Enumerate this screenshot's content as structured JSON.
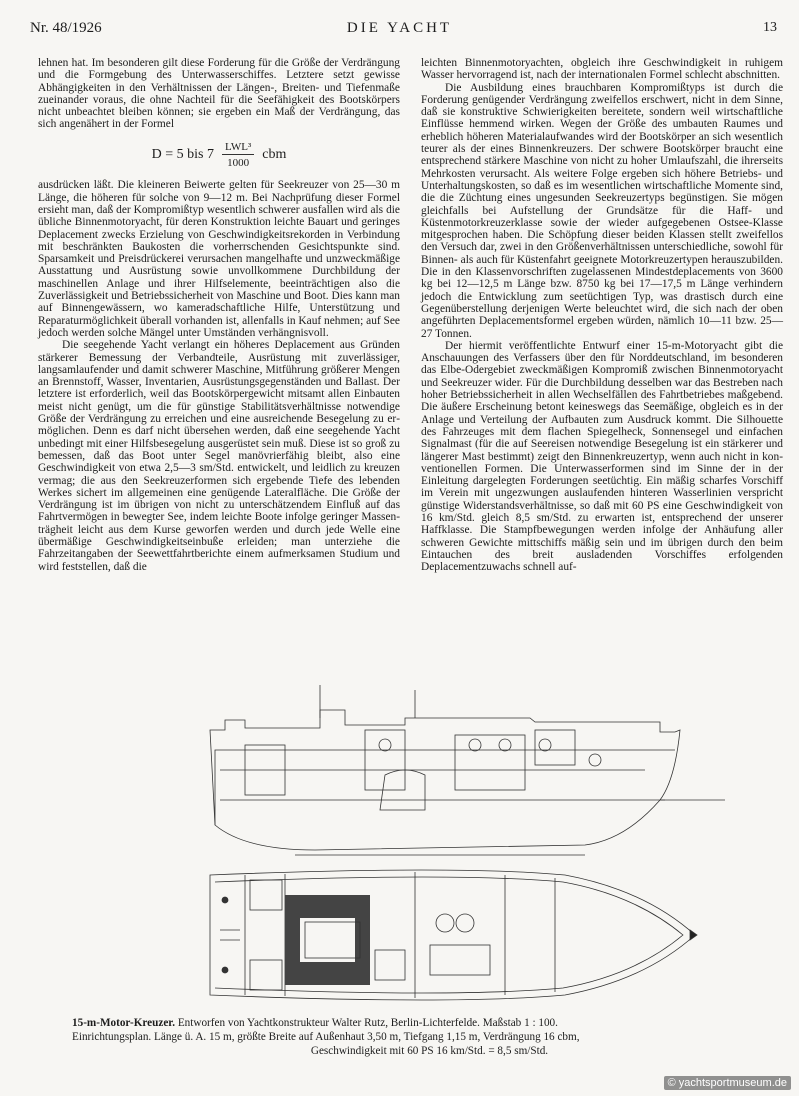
{
  "header": {
    "issue": "Nr. 48/1926",
    "magazine": "DIE YACHT",
    "page": "13"
  },
  "left_column": {
    "p1": "lehnen hat. Im besonderen gilt diese Forderung für die Größe der Verdrängung und die Formgebung des Unterwasserschiffes. Letztere setzt gewisse Abhängigkeiten in den Verhältnissen der Längen-, Breiten- und Tiefenmaße zueinander voraus, die ohne Nachteil für die Seefähigkeit des Bootskörpers nicht un­beachtet bleiben können; sie ergeben ein Maß der Verdrän­gung, das sich angenähert in der Formel",
    "formula": {
      "lhs": "D = 5 bis 7",
      "numerator": "LWL³",
      "denominator": "1000",
      "unit": "cbm"
    },
    "p2": "ausdrücken läßt. Die kleineren Beiwerte gelten für Seekreuzer von 25—30 m Länge, die höheren für solche von 9—12 m. Bei Nachprüfung dieser Formel ersieht man, daß der Kom­promißtyp wesentlich schwerer ausfallen wird als die übliche Binnenmotoryacht, für deren Konstruktion leichte Bauart und geringes Deplacement zwecks Erzielung von Geschwindigkeits­rekorden in Verbindung mit beschränkten Baukosten die vor­herrschenden Gesichtspunkte sind. Sparsamkeit und Preis­drückerei verursachen mangelhafte und unzweckmäßige Aus­stattung und Ausrüstung sowie unvollkommene Durchbildung der maschinellen Anlage und ihrer Hilfselemente, beeinträch­tigen also die Zuverlässigkeit und Betriebssicherheit von Ma­schine und Boot. Dies kann man auf Binnengewässern, wo kameradschaftliche Hilfe, Unterstützung und Reparaturmög­lichkeit überall vorhanden ist, allenfalls in Kauf nehmen; auf See jedoch werden solche Mängel unter Umständen verhäng­nisvoll.",
    "p3": "Die seegehende Yacht verlangt ein höheres Deplacement aus Gründen stärkerer Bemessung der Verbandteile, Aus­rüstung mit zuverlässiger, langsamlaufender und damit schwe­rer Maschine, Mitführung größerer Mengen an Brennstoff, Wasser, Inventarien, Ausrüstungsgegenständen und Ballast. Der letztere ist erforderlich, weil das Bootskörpergewicht mit­samt allen Einbauten meist nicht genügt, um die für gün­stige Stabilitätsverhältnisse notwendige Größe der Verdrän­gung zu erreichen und eine ausreichende Besegelung zu er­möglichen. Denn es darf nicht übersehen werden, daß eine seegehende Yacht unbedingt mit einer Hilfsbesegelung ausge­rüstet sein muß. Diese ist so groß zu bemessen, daß das Boot unter Segel manövrierfähig bleibt, also eine Geschwindigkeit von etwa 2,5—3 sm/Std. entwickelt, und leidlich zu kreuzen vermag; die aus den Seekreuzerformen sich ergebende Tiefe des lebenden Werkes sichert im allgemeinen eine genügende Lateralfläche. Die Größe der Verdrängung ist im übrigen von nicht zu unterschätzendem Einfluß auf das Fahrtvermögen in bewegter See, indem leichte Boote infolge geringer Massen­trägheit leicht aus dem Kurse geworfen werden und durch jede Welle eine übermäßige Geschwindigkeitseinbuße erleiden; man unterziehe die Fahrzeitangaben der Seewettfahrtberichte einem aufmerksamen Studium und wird feststellen, daß die"
  },
  "right_column": {
    "p1": "leichten Binnenmotoryachten, obgleich ihre Geschwindigkeit in ruhigem Wasser hervorragend ist, nach der internationalen Formel schlecht abschnitten.",
    "p2": "Die Ausbildung eines brauchbaren Kompromißtyps ist durch die Forderung genügender Verdrängung zweifellos erschwert, nicht in dem Sinne, daß sie konstruktive Schwierigkeiten be­reitete, sondern weil wirtschaftliche Einflüsse hemmend wir­ken. Wegen der Größe des umbauten Raumes und erheblich höheren Materialaufwandes wird der Bootskörper an sich wesentlich teurer als der eines Binnenkreuzers. Der schwere Bootskörper braucht eine entsprechend stärkere Maschine von nicht zu hoher Umlaufszahl, die ihrerseits Mehrkosten verur­sacht. Als weitere Folge ergeben sich höhere Betriebs- und Unterhaltungskosten, so daß es im wesentlichen wirtschaft­liche Momente sind, die die Züchtung eines ungesunden See­kreuzertyps begünstigen. Sie mögen gleichfalls bei Aufstel­lung der Grundsätze für die Haff- und Küstenmotorkreuzer­klasse sowie der wieder aufgegebenen Ostsee-Klasse mitge­sprochen haben. Die Schöpfung dieser beiden Klassen stellt zweifellos den Versuch dar, zwei in den Größenverhältnissen unterschiedliche, sowohl für Binnen- als auch für Küstenfahrt geeignete Motorkreuzertypen herauszubilden. Die in den Klassenvorschriften zugelassenen Mindestdeplacements von 3600 kg bei 12—12,5 m Länge bzw. 8750 kg bei 17—17,5 m Länge verhindern jedoch die Entwicklung zum seetüchtigen Typ, was drastisch durch eine Gegenüberstellung derjenigen Werte beleuchtet wird, die sich nach der oben angeführten Deplacementsformel ergeben würden, nämlich 10—11 bzw. 25—27 Tonnen.",
    "p3": "Der hiermit veröffentlichte Entwurf einer 15-m-Motor­yacht gibt die Anschauungen des Verfassers über den für Norddeutschland, im besonderen das Elbe-Odergebiet zweck­mäßigen Kompromiß zwischen Binnenmotoryacht und See­kreuzer wider. Für die Durchbildung desselben war das Be­streben nach hoher Betriebssicherheit in allen Wechselfällen des Fahrtbetriebes maßgebend. Die äußere Erscheinung be­tont keineswegs das Seemäßige, obgleich es in der Anlage und Verteilung der Aufbauten zum Ausdruck kommt. Die Silhouette des Fahrzeuges mit dem flachen Spiegelheck, Son­nensegel und einfachen Signalmast (für die auf Seereisen not­wendige Besegelung ist ein stärkerer und längerer Mast be­stimmt) zeigt den Binnenkreuzertyp, wenn auch nicht in kon­ventionellen Formen. Die Unterwasserformen sind im Sinne der in der Einleitung dargelegten Forderungen seetüchtig. Ein mäßig scharfes Vorschiff im Verein mit ungezwungen auslaufen­den hinteren Wasserlinien verspricht günstige Widerstands­verhältnisse, so daß mit 60 PS eine Geschwindigkeit von 16 km/Std. gleich 8,5 sm/Std. zu erwarten ist, entsprechend der unserer Haffklasse. Die Stampfbewegungen werden infolge der Anhäufung aller schweren Gewichte mittschiffs mäßig sein und im übrigen durch den beim Eintauchen des breit ausladen­den Vorschiffes erfolgenden Deplacementzuwachs schnell auf-"
  },
  "figure": {
    "caption_title": "15-m-Motor-Kreuzer.",
    "caption_line1": "Entworfen von Yachtkonstrukteur Walter Rutz, Berlin-Lichterfelde. Maßstab 1 : 100.",
    "caption_line2": "Einrichtungsplan. Länge ü. A. 15 m, größte Breite auf Außenhaut 3,50 m, Tiefgang 1,15 m, Verdrängung 16 cbm,",
    "caption_line3": "Geschwindigkeit mit 60 PS 16 km/Std. = 8,5 sm/Std."
  },
  "watermark": "© yachtsportmuseum.de"
}
